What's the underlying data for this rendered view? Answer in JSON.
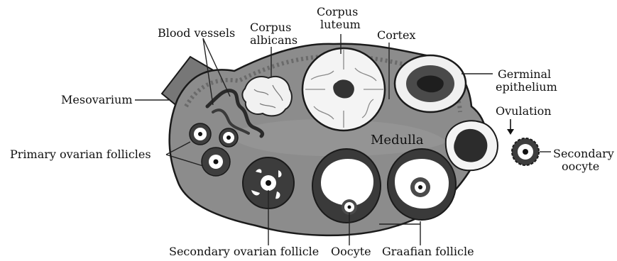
{
  "labels": {
    "blood_vessels": "Blood vessels",
    "corpus_albicans_1": "Corpus",
    "corpus_albicans_2": "albicans",
    "corpus_luteum_1": "Corpus",
    "corpus_luteum_2": "luteum",
    "cortex": "Cortex",
    "mesovarium": "Mesovarium",
    "germinal_epithelium_1": "Germinal",
    "germinal_epithelium_2": "epithelium",
    "ovulation": "Ovulation",
    "primary_ovarian_follicles": "Primary ovarian follicles",
    "medulla": "Medulla",
    "secondary_oocyte_1": "Secondary",
    "secondary_oocyte_2": "oocyte",
    "secondary_ovarian_follicle": "Secondary ovarian follicle",
    "oocyte": "Oocyte",
    "graafian_follicle": "Graafian follicle"
  },
  "colors": {
    "stroma": "#8c8c8c",
    "stroma_dark": "#5e5e5e",
    "outline": "#1a1a1a",
    "granulosa": "#3a3a3a",
    "luteal_white": "#f4f4f4",
    "antrum": "#ffffff"
  }
}
